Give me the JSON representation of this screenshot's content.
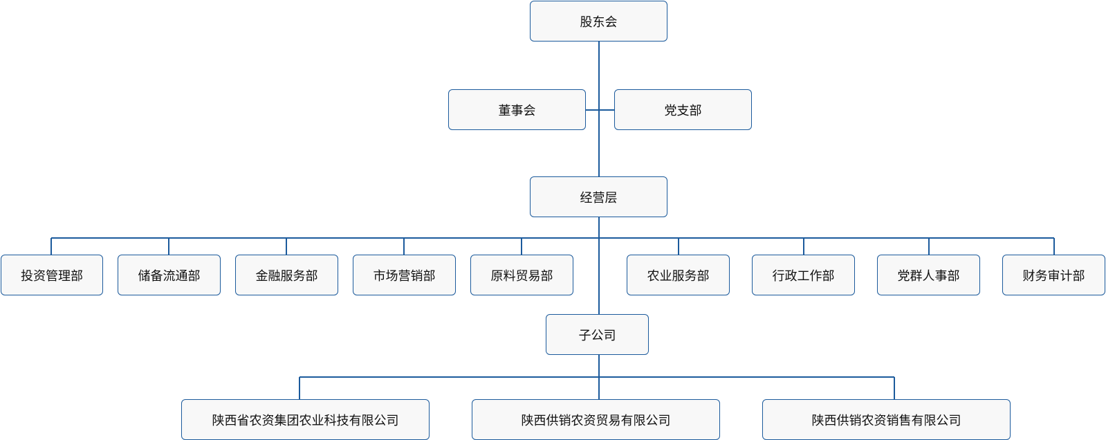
{
  "diagram": {
    "line_color": "#1b5a9c",
    "top": {
      "shareholders": "股东会",
      "board": "董事会",
      "party_branch": "党支部",
      "management": "经营层"
    },
    "departments": [
      "投资管理部",
      "储备流通部",
      "金融服务部",
      "市场营销部",
      "原料贸易部",
      "农业服务部",
      "行政工作部",
      "党群人事部",
      "财务审计部"
    ],
    "subsidiary_group": "子公司",
    "subsidiaries": [
      "陕西省农资集团农业科技有限公司",
      "陕西供销农资贸易有限公司",
      "陕西供销农资销售有限公司"
    ]
  }
}
